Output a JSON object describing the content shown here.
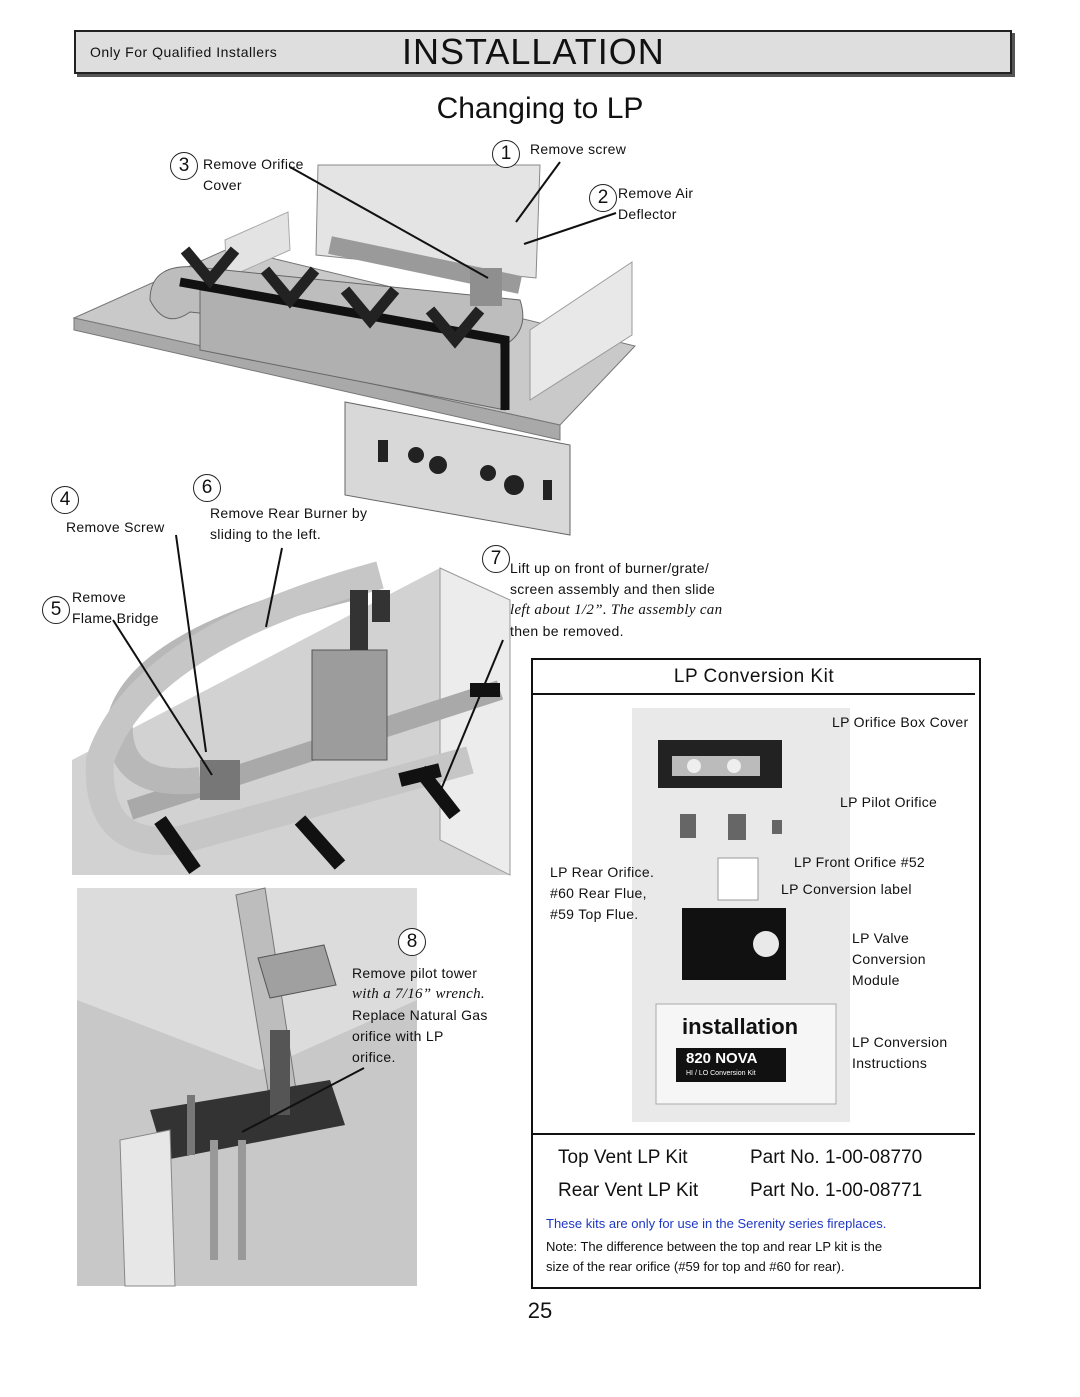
{
  "header": {
    "subtitle": "Only For Qualified Installers",
    "section": "INSTALLATION"
  },
  "page_title": "Changing to LP",
  "steps": {
    "s1": {
      "num": "1",
      "text": "Remove screw"
    },
    "s2": {
      "num": "2",
      "line1": "Remove Air",
      "line2": "Deflector"
    },
    "s3": {
      "num": "3",
      "line1": "Remove Orifice",
      "line2": "Cover"
    },
    "s4": {
      "num": "4",
      "text": "Remove Screw"
    },
    "s5": {
      "num": "5",
      "line1": "Remove",
      "line2": "Flame Bridge"
    },
    "s6": {
      "num": "6",
      "line1": "Remove Rear Burner by",
      "line2": "sliding to the left."
    },
    "s7": {
      "num": "7",
      "line1": "Lift up on front of burner/grate/",
      "line2": "screen assembly and then slide",
      "line3": "left about 1/2”. The assembly can",
      "line4": "then be removed."
    },
    "s8": {
      "num": "8",
      "line1": "Remove pilot tower",
      "line2": "with a 7/16” wrench.",
      "line3": "Replace Natural Gas",
      "line4": "orifice with LP",
      "line5": "orifice."
    }
  },
  "kit": {
    "title": "LP Conversion Kit",
    "labels": {
      "orifice_box_cover": "LP Orifice Box Cover",
      "pilot_orifice": "LP Pilot Orifice",
      "front_orifice": "LP Front Orifice #52",
      "rear_orifice_1": "LP Rear Orifice.",
      "rear_orifice_2": "#60 Rear Flue,",
      "rear_orifice_3": "#59 Top Flue.",
      "conversion_label": "LP Conversion label",
      "valve_1": "LP Valve",
      "valve_2": "Conversion",
      "valve_3": "Module",
      "instructions_1": "LP Conversion",
      "instructions_2": "Instructions"
    },
    "photo_text": {
      "booklet_word": "installation",
      "booklet_model": "820 NOVA",
      "booklet_sub": "HI / LO Conversion Kit"
    },
    "parts": [
      {
        "name": "Top Vent LP Kit",
        "number": "Part No. 1-00-08770"
      },
      {
        "name": "Rear Vent LP Kit",
        "number": "Part No. 1-00-08771"
      }
    ],
    "notice": "These kits are only for use in the Serenity series fireplaces.",
    "note_1": "Note: The difference between the top and rear LP kit  is the",
    "note_2": "size of the rear orifice (#59 for top and #60 for rear)."
  },
  "page_number": "25",
  "colors": {
    "notice": "#1f38c4"
  }
}
